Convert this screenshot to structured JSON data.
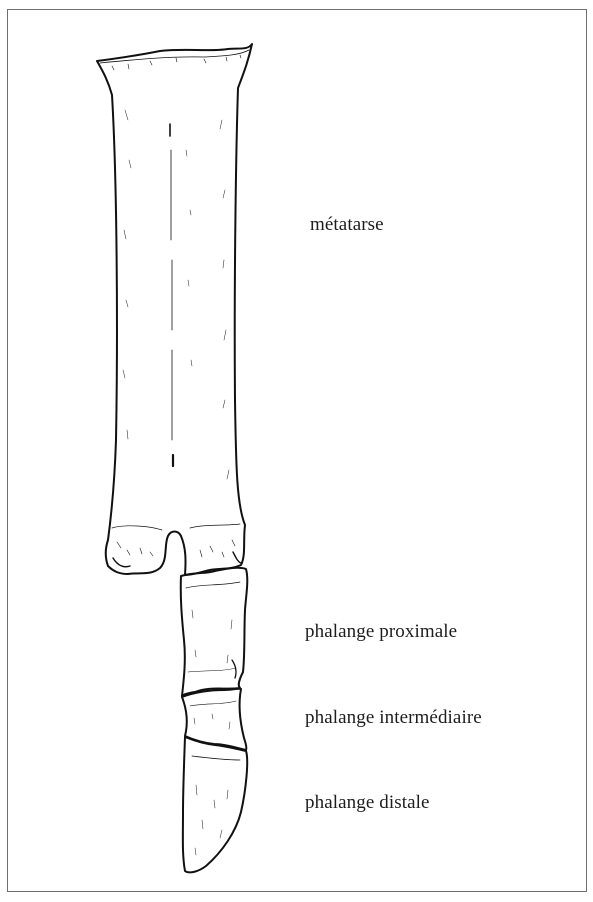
{
  "figure": {
    "labels": {
      "metatarse": "métatarse",
      "phalange_proximale": "phalange proximale",
      "phalange_intermediaire": "phalange intermédiaire",
      "phalange_distale": "phalange distale"
    },
    "colors": {
      "ink": "#111111",
      "frame": "#6f6f6f",
      "background": "#ffffff"
    }
  }
}
